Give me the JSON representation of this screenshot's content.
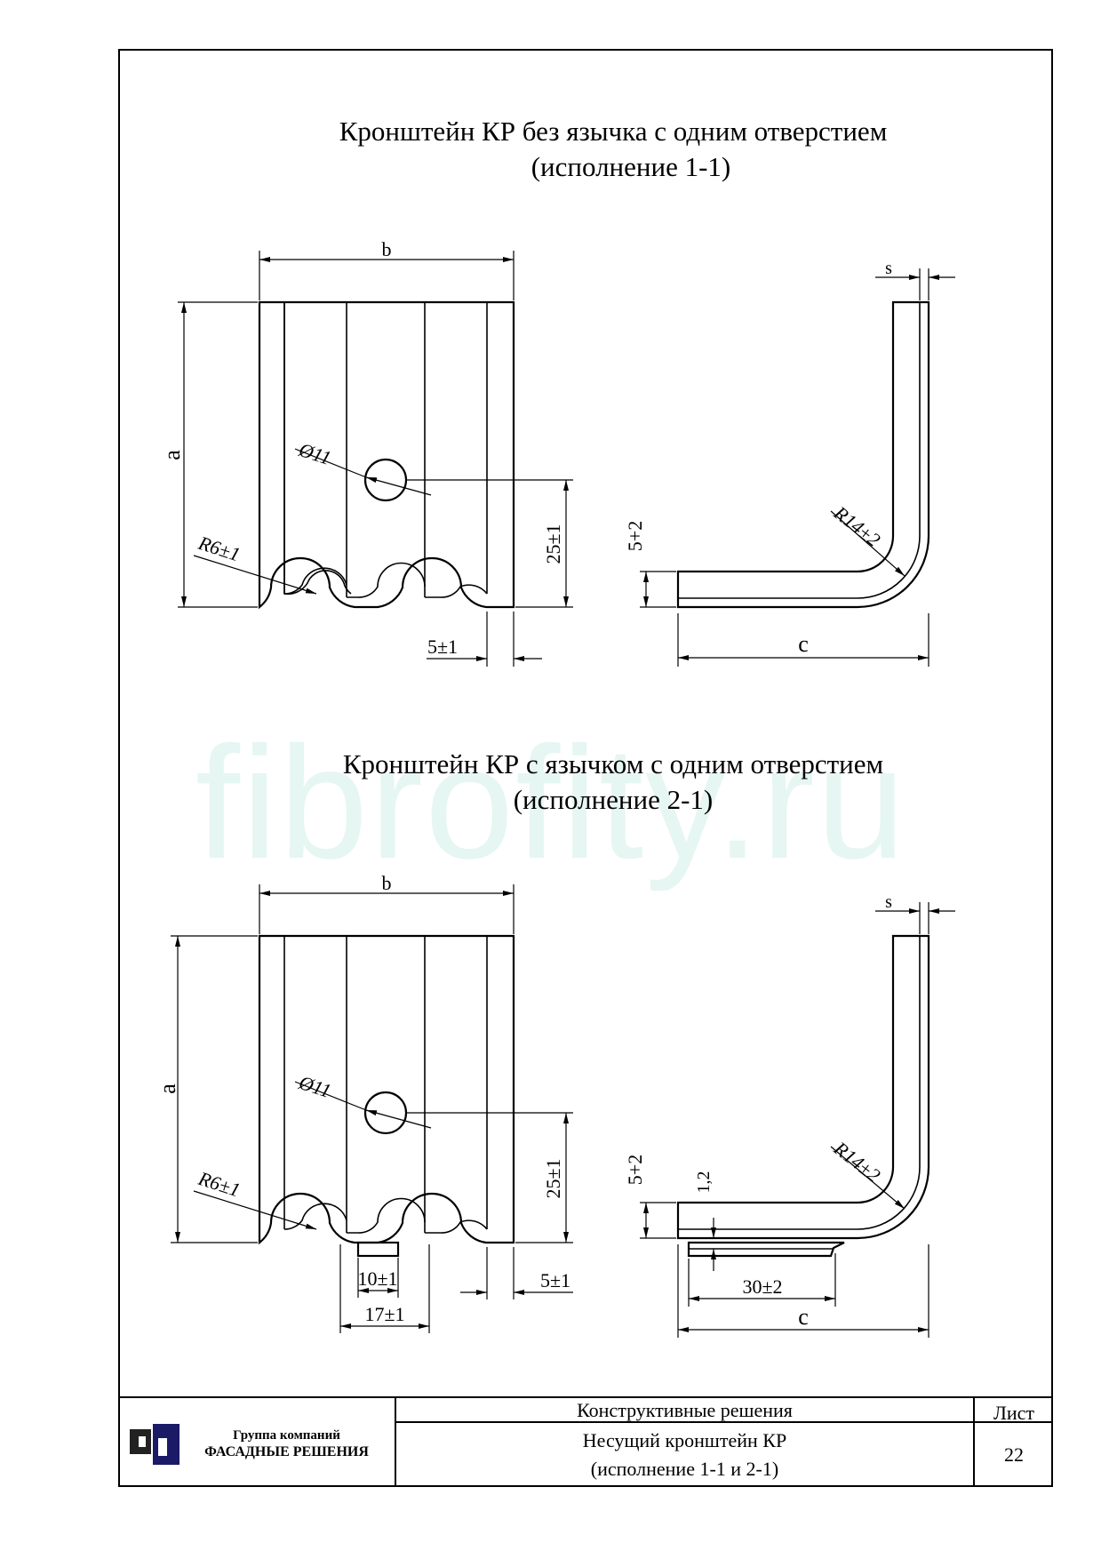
{
  "watermark": "fibrofity.ru",
  "drawings": [
    {
      "title_line1": "Кронштейн КР без язычка с одним отверстием",
      "title_line2": "(исполнение 1-1)",
      "dims": {
        "b": "b",
        "a": "a",
        "hole": "Ø11",
        "radius_small": "R6±1",
        "hole_height": "25±1",
        "edge": "5±1",
        "s": "s",
        "flange": "5+2",
        "radius_bend": "R14±2",
        "c": "c"
      }
    },
    {
      "title_line1": "Кронштейн КР с язычком с одним отверстием",
      "title_line2": "(исполнение 2-1)",
      "dims": {
        "b": "b",
        "a": "a",
        "hole": "Ø11",
        "radius_small": "R6±1",
        "hole_height": "25±1",
        "edge": "5±1",
        "tongue_inner": "10±1",
        "tongue_outer": "17±1",
        "s": "s",
        "flange": "5+2",
        "tongue_gap": "1,2",
        "radius_bend": "R14±2",
        "tongue_len": "30±2",
        "c": "c"
      }
    }
  ],
  "title_block": {
    "company_line1": "Группа компаний",
    "company_line2": "ФАСАДНЫЕ РЕШЕНИЯ",
    "section": "Конструктивные решения",
    "sheet_label": "Лист",
    "doc_title_line1": "Несущий кронштейн КР",
    "doc_title_line2": "(исполнение 1-1 и 2-1)",
    "sheet_number": "22"
  }
}
